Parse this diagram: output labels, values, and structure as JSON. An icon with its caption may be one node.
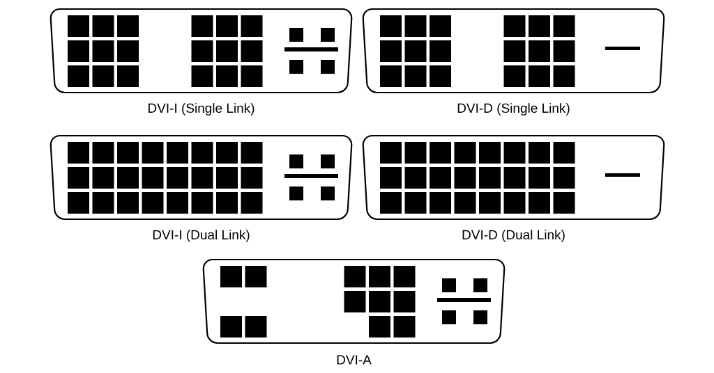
{
  "diagram": {
    "nodes": [
      {
        "text": [
          "DVI-I (Single Link)"
        ]
      },
      {
        "text": [
          "DVI-D (Single Link)"
        ]
      },
      {
        "text": [
          "DVI-I (Dual Link)"
        ]
      },
      {
        "text": [
          "DVI-D (Dual Link)"
        ]
      },
      {
        "text": [
          "DVI-A"
        ]
      }
    ],
    "edges": []
  }
}
